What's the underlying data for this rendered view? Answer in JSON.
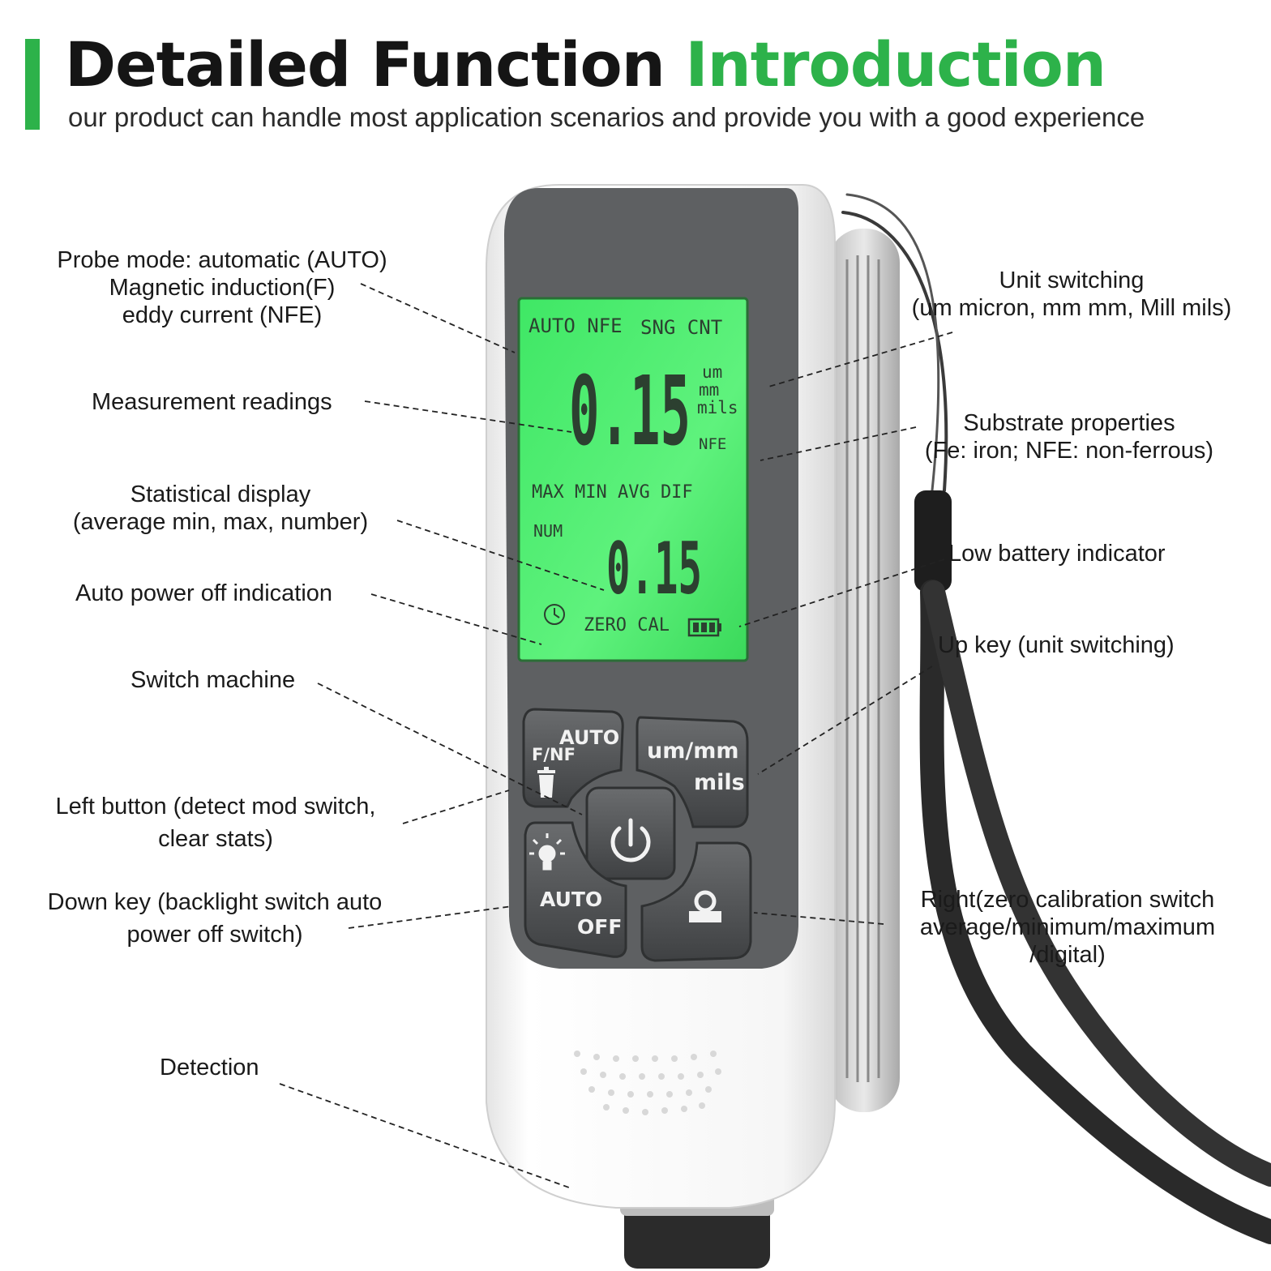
{
  "header": {
    "title_dark": "Detailed Function",
    "title_green": "Introduction",
    "subtitle": "our product can handle most application scenarios and provide you with a good experience"
  },
  "labels": {
    "probe_mode": [
      "Probe mode: automatic (AUTO)",
      "Magnetic induction(F)",
      "eddy current (NFE)"
    ],
    "measurement": [
      "Measurement readings"
    ],
    "statistical": [
      "Statistical display",
      "(average min, max, number)"
    ],
    "auto_power": [
      "Auto power off indication"
    ],
    "switch_machine": [
      "Switch machine"
    ],
    "left_button": [
      "Left button (detect mod switch,",
      "clear stats)"
    ],
    "down_key": [
      "Down key (backlight switch auto",
      "power off switch)"
    ],
    "detection": [
      "Detection"
    ],
    "unit_switching": [
      "Unit switching",
      "(um micron, mm mm, Mill mils)"
    ],
    "substrate": [
      "Substrate properties",
      "(Fe: iron; NFE: non-ferrous)"
    ],
    "low_battery": [
      "Low battery indicator"
    ],
    "up_key": [
      "Up key (unit switching)"
    ],
    "right_key": [
      "Right(zero calibration switch",
      "average/minimum/maximum",
      "/digital)"
    ]
  },
  "lcd": {
    "top_left": "AUTO NFE",
    "top_right": "SNG CNT",
    "main_reading": "0.15",
    "units": [
      "um",
      "mm",
      "mils"
    ],
    "substrate": "NFE",
    "stats_row": "MAX MIN AVG DIF",
    "num_label": "NUM",
    "stat_reading": "0.15",
    "status": "ZERO CAL"
  },
  "keys": {
    "left_top": "AUTO",
    "left_bottom": "F/NF",
    "up_top": "um/mm",
    "up_bottom": "mils",
    "down_top": "AUTO",
    "down_bottom": "OFF"
  },
  "colors": {
    "accent": "#2db24a",
    "lcd": "#4ef06a",
    "body": "#f4f4f4",
    "faceplate": "#5e6062"
  }
}
